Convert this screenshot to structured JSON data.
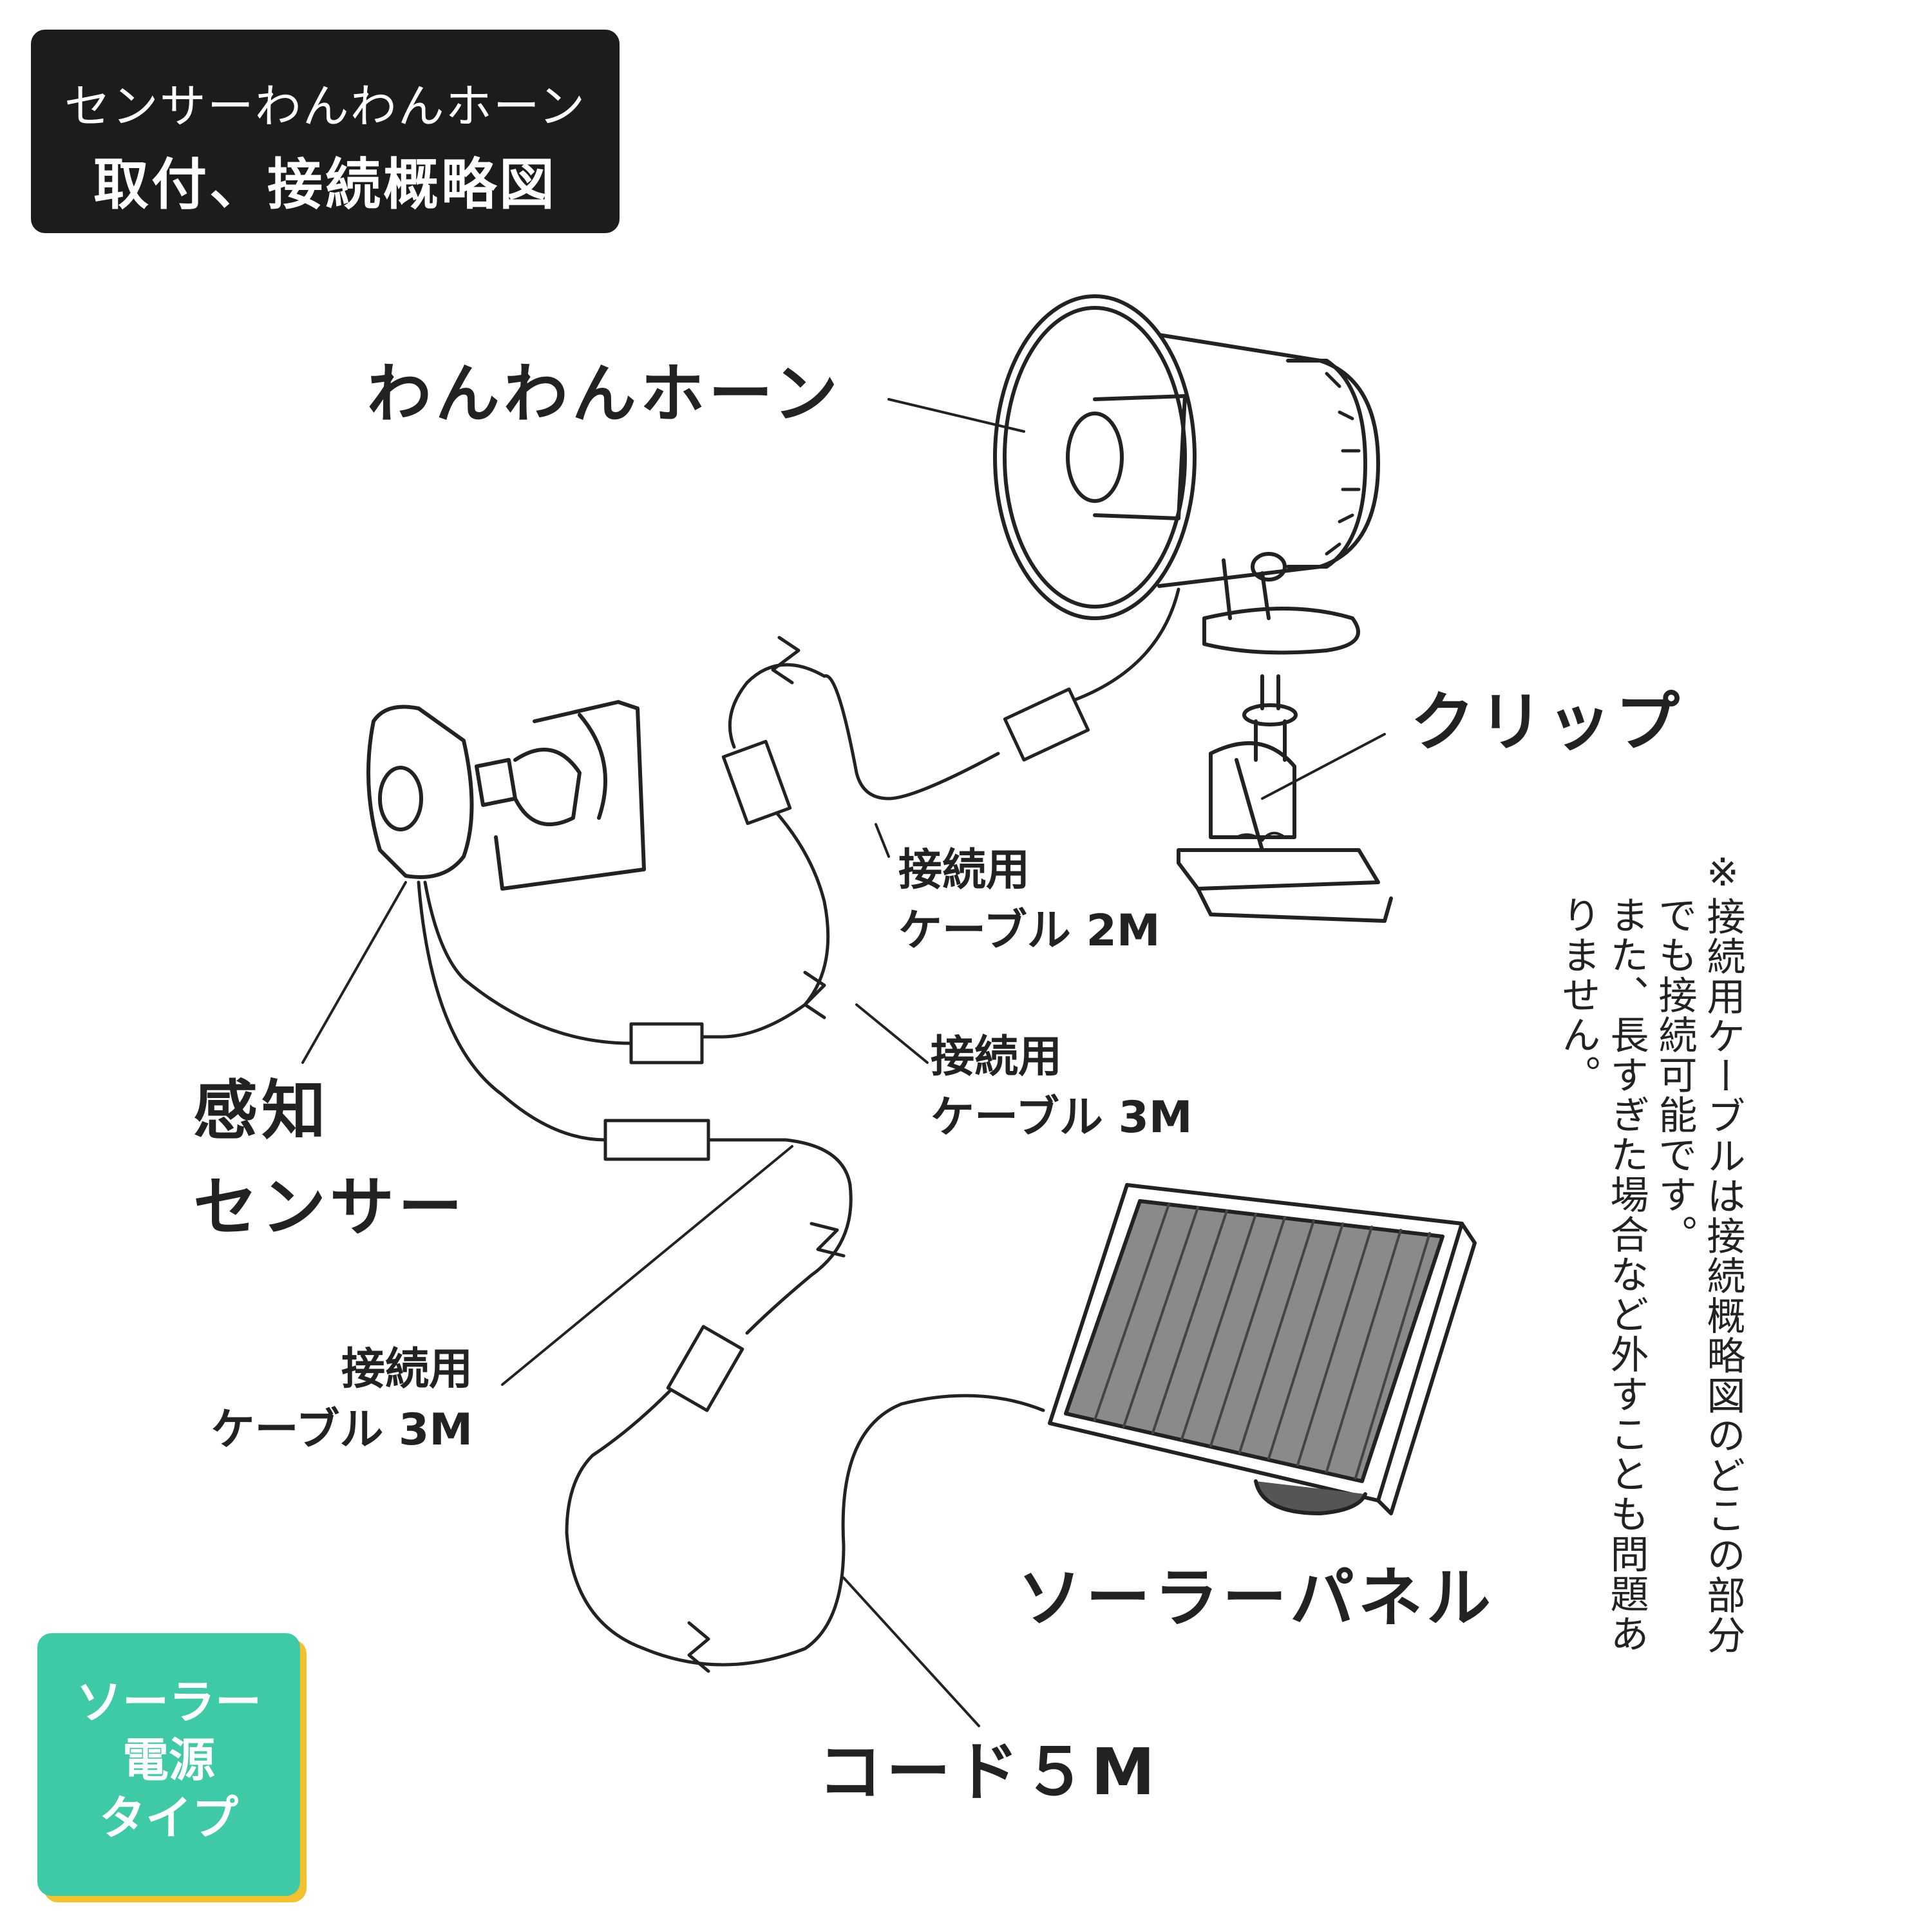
{
  "title": {
    "line1": "センサーわんわんホーン",
    "line2": "取付、接続概略図"
  },
  "labels": {
    "horn": "わんわんホーン",
    "clip": "クリップ",
    "cable_2m_line1": "接続用",
    "cable_2m_line2": "ケーブル 2M",
    "cable_3m_a_line1": "接続用",
    "cable_3m_a_line2": "ケーブル 3M",
    "sensor_line1": "感知",
    "sensor_line2": "センサー",
    "cable_3m_b_line1": "接続用",
    "cable_3m_b_line2": "ケーブル 3M",
    "solar_panel": "ソーラーパネル",
    "cord": "コード５M"
  },
  "note": {
    "col1": "※接続用ケーブルは接続概略図のどこの部分",
    "col2": "でも接続可能です。",
    "col3": "また、長すぎた場合など外すことも問題あ",
    "col4": "りません。"
  },
  "badge": {
    "line1": "ソーラー",
    "line2": "電源",
    "line3": "タイプ"
  },
  "colors": {
    "title_bg": "#1c1c1c",
    "badge_bg": "#3ec9a7",
    "badge_shadow": "#f2c12e",
    "panel_cells": "#8a8a8a"
  }
}
